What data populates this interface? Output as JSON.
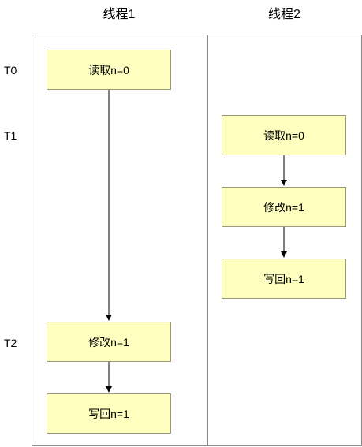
{
  "lanes": [
    {
      "title": "线程1"
    },
    {
      "title": "线程2"
    }
  ],
  "time_labels": [
    "T0",
    "T1",
    "T2"
  ],
  "thread1": {
    "steps": [
      "读取n=0",
      "修改n=1",
      "写回n=1"
    ]
  },
  "thread2": {
    "steps": [
      "读取n=0",
      "修改n=1",
      "写回n=1"
    ]
  }
}
